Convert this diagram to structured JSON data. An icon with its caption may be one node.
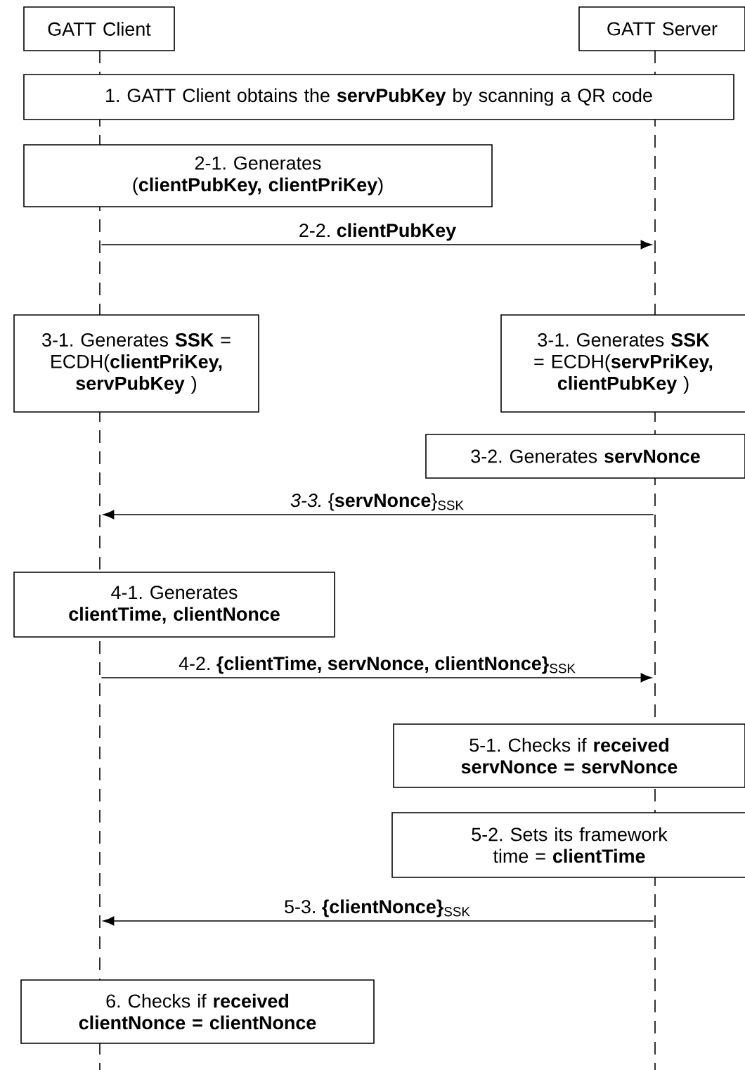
{
  "diagram": {
    "nodes": [
      {
        "text": [
          "GATT Client"
        ]
      },
      {
        "text": [
          "GATT Server"
        ]
      },
      {
        "text": [
          "1. GATT Client obtains the **servPubKey** by scanning a QR code"
        ]
      },
      {
        "text": [
          "2-1. Generates (**clientPubKey, clientPriKey**)"
        ]
      },
      {
        "text": [
          "3-1. Generates **SSK** = ECDH(**clientPriKey, servPubKey** )"
        ]
      },
      {
        "text": [
          "3-1. Generates **SSK** = ECDH(**servPriKey, clientPubKey** )"
        ]
      },
      {
        "text": [
          "3-2. Generates **servNonce**"
        ]
      },
      {
        "text": [
          "4-1. Generates **clientTime, clientNonce**"
        ]
      },
      {
        "text": [
          "5-1. Checks if **received servNonce = servNonce**"
        ]
      },
      {
        "text": [
          "5-2. Sets its framework time = **clientTime**"
        ]
      },
      {
        "text": [
          "6. Checks if **received clientNonce = clientNonce**"
        ]
      },
      {
        "text": [],
        "shape": "line"
      },
      {
        "text": [],
        "shape": "line"
      }
    ],
    "edges": [
      {
        "from": 11,
        "to": 12,
        "arrow": "to",
        "label": "2-2. **clientPubKey**"
      },
      {
        "from": 12,
        "to": 11,
        "arrow": "to",
        "label": "*3-3.* {**servNonce**}$_{SSK}$"
      },
      {
        "from": 11,
        "to": 12,
        "arrow": "to",
        "label": "4-2. **{clientTime, servNonce, clientNonce}**$_{SSK}$"
      },
      {
        "from": 12,
        "to": 11,
        "arrow": "to",
        "label": "5-3. **{clientNonce}**$_{SSK}$"
      }
    ]
  }
}
